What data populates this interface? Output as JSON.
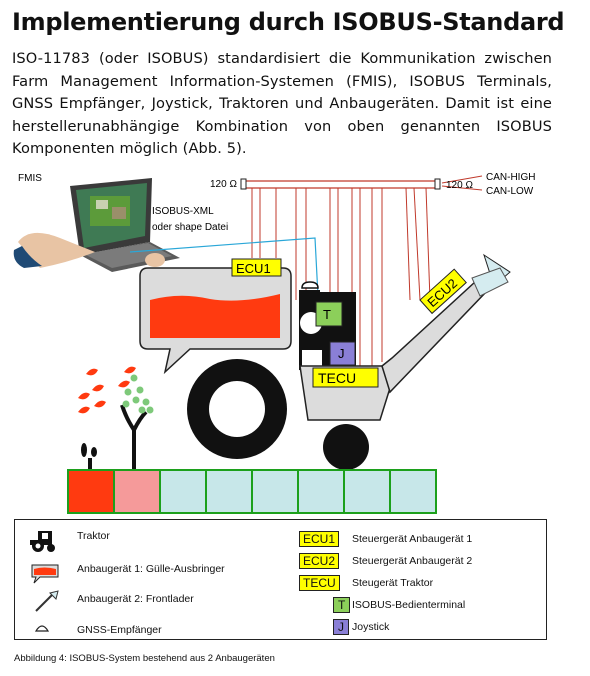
{
  "title": "Implementierung durch ISOBUS-Standard",
  "intro": "ISO-11783 (oder ISOBUS) standardisiert die Kommunikation zwischen Farm Management Information-Systemen (FMIS), ISOBUS Terminals, GNSS Empfänger, Joystick, Traktoren und Anbaugeräten. Damit ist eine herstellerunabhängige Kombination von oben genannten ISOBUS Komponenten möglich (Abb. 5).",
  "diagram": {
    "fmis_label": "FMIS",
    "resistor_left": "120 Ω",
    "resistor_right": "120 Ω",
    "can_high": "CAN-HIGH",
    "can_low": "CAN-LOW",
    "xml_label_line1": "ISOBUS-XML",
    "xml_label_line2": "oder shape Datei",
    "ecu1": "ECU1",
    "ecu2": "ECU2",
    "tecu": "TECU",
    "terminal": "T",
    "joystick": "J"
  },
  "legend": {
    "traktor": "Traktor",
    "anbaugeraet1": "Anbaugerät 1: Gülle-Ausbringer",
    "anbaugeraet2": "Anbaugerät 2: Frontlader",
    "gnss": "GNSS-Empfänger",
    "ecu1_tag": "ECU1",
    "ecu1_desc": "Steuergerät Anbaugerät 1",
    "ecu2_tag": "ECU2",
    "ecu2_desc": "Steuergerät Anbaugerät 2",
    "tecu_tag": "TECU",
    "tecu_desc": "Steugerät Traktor",
    "t_tag": "T",
    "t_desc": "ISOBUS-Bedienterminal",
    "j_tag": "J",
    "j_desc": "Joystick"
  },
  "caption": "Abbildung 4: ISOBUS-System bestehend aus 2 Anbaugeräten",
  "colors": {
    "ecu_yellow": "#ffff00",
    "terminal_green": "#8ccf5a",
    "joystick_blue": "#8a7fd6",
    "tank_red": "#ff3a10",
    "field_teal": "#c7e7e9",
    "field_pink": "#f59a9a",
    "field_border": "#1ca01c",
    "bus_red": "#c0392b"
  }
}
